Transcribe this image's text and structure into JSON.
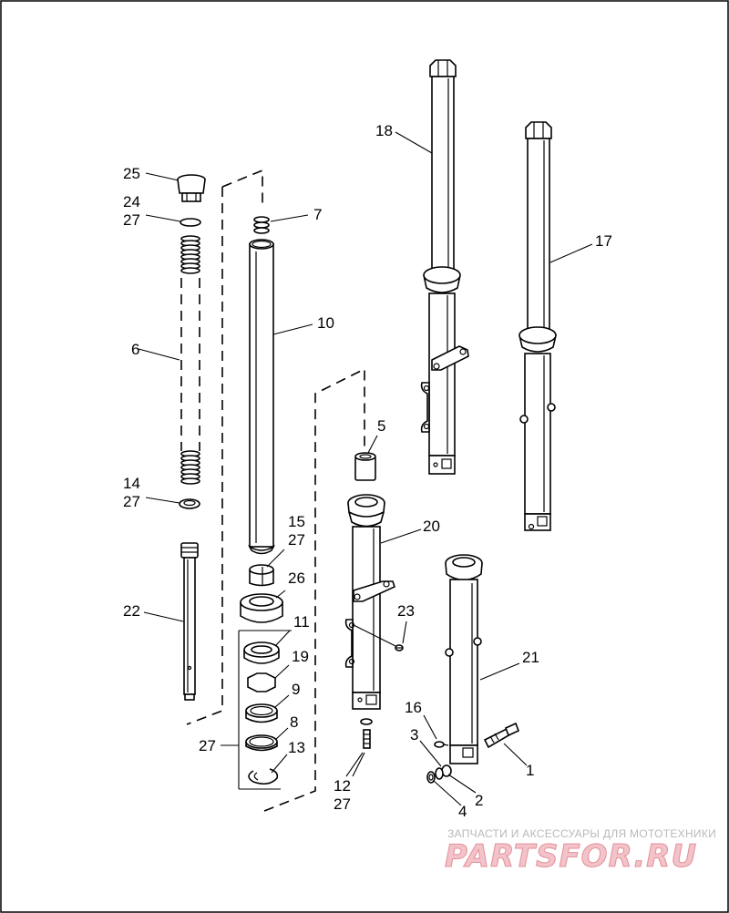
{
  "callouts": {
    "n1": "1",
    "n2": "2",
    "n3": "3",
    "n4": "4",
    "n5": "5",
    "n6": "6",
    "n7": "7",
    "n8": "8",
    "n9": "9",
    "n10": "10",
    "n11": "11",
    "n12": "12",
    "n13": "13",
    "n14": "14",
    "n15": "15",
    "n16": "16",
    "n17": "17",
    "n18": "18",
    "n19": "19",
    "n20": "20",
    "n21": "21",
    "n22": "22",
    "n23": "23",
    "n24": "24",
    "n25": "25",
    "n26": "26",
    "n27a": "27",
    "n27b": "27",
    "n27c": "27",
    "n27d": "27",
    "n27e": "27"
  },
  "watermark": {
    "caption": "ЗАПЧАСТИ И АКСЕССУАРЫ ДЛЯ МОТОТЕХНИКИ",
    "logo": "PARTSFOR.RU"
  }
}
